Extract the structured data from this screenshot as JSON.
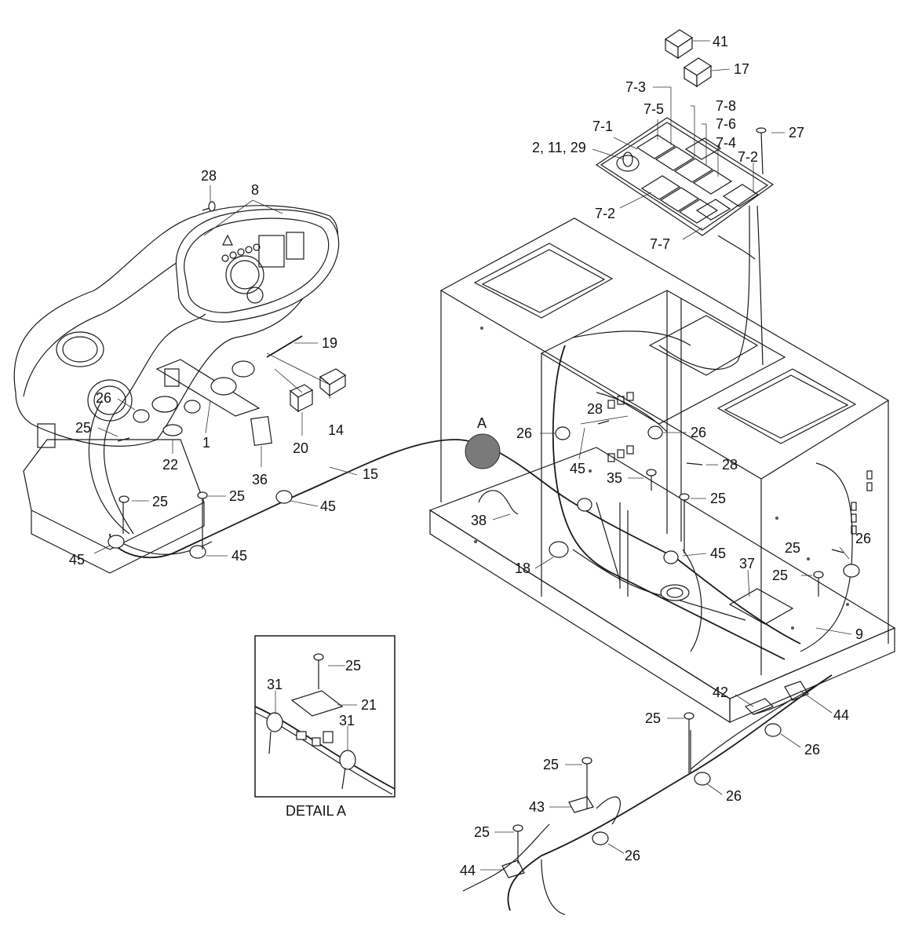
{
  "callouts": {
    "c41": "41",
    "c17": "17",
    "c7_3": "7-3",
    "c7_8": "7-8",
    "c7_5": "7-5",
    "c7_6": "7-6",
    "c7_1": "7-1",
    "c27": "27",
    "c7_4": "7-4",
    "c2_11_29": "2, 11, 29",
    "c7_2a": "7-2",
    "c7_2b": "7-2",
    "c7_7": "7-7",
    "c28a": "28",
    "c8": "8",
    "c19": "19",
    "c26a": "26",
    "c14": "14",
    "c25a": "25",
    "c1": "1",
    "c20": "20",
    "c22": "22",
    "c36": "36",
    "cA": "A",
    "c15": "15",
    "c25b": "25",
    "c25c": "25",
    "c45a": "45",
    "c45b": "45",
    "c45c": "45",
    "c28b": "28",
    "c26b": "26",
    "c26c": "26",
    "c45d": "45",
    "c28c": "28",
    "c35": "35",
    "c25d": "25",
    "c38": "38",
    "c18": "18",
    "c45e": "45",
    "c26d": "26",
    "c25e": "25",
    "c37": "37",
    "c25f": "25",
    "c9": "9",
    "c25g": "25",
    "c21": "21",
    "c31a": "31",
    "c31b": "31",
    "c42": "42",
    "c44a": "44",
    "c25h": "25",
    "c26e": "26",
    "c25i": "25",
    "c26f": "26",
    "c43": "43",
    "c25j": "25",
    "c26g": "26",
    "c44b": "44"
  },
  "detail": {
    "caption": "DETAIL A"
  }
}
